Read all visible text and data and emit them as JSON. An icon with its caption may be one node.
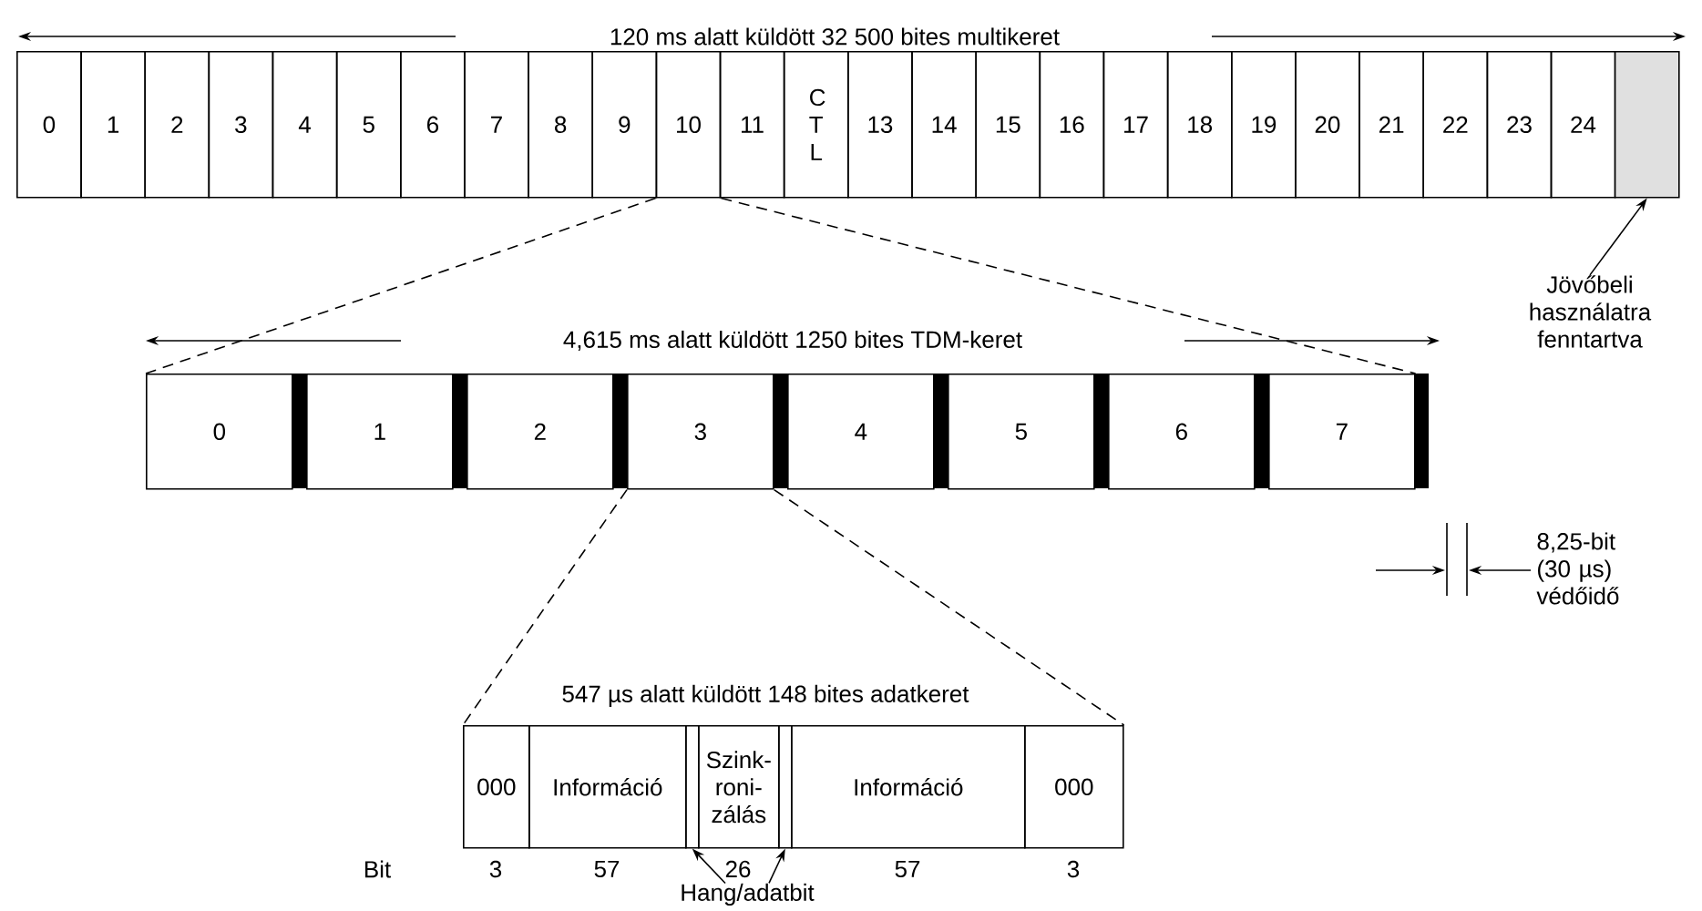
{
  "diagram": {
    "nodes": [
      {
        "text": [
          "0"
        ]
      },
      {
        "text": [
          "1"
        ]
      },
      {
        "text": [
          "2"
        ]
      },
      {
        "text": [
          "3"
        ]
      },
      {
        "text": [
          "4"
        ]
      },
      {
        "text": [
          "5"
        ]
      },
      {
        "text": [
          "6"
        ]
      },
      {
        "text": [
          "7"
        ]
      },
      {
        "text": [
          "8"
        ]
      },
      {
        "text": [
          "9"
        ]
      },
      {
        "text": [
          "10"
        ]
      },
      {
        "text": [
          "11"
        ]
      },
      {
        "text": [
          "C T L"
        ]
      },
      {
        "text": [
          "13"
        ]
      },
      {
        "text": [
          "14"
        ]
      },
      {
        "text": [
          "15"
        ]
      },
      {
        "text": [
          "16"
        ]
      },
      {
        "text": [
          "17"
        ]
      },
      {
        "text": [
          "18"
        ]
      },
      {
        "text": [
          "19"
        ]
      },
      {
        "text": [
          "20"
        ]
      },
      {
        "text": [
          "21"
        ]
      },
      {
        "text": [
          "22"
        ]
      },
      {
        "text": [
          "23"
        ]
      },
      {
        "text": [
          "24"
        ]
      },
      {
        "text": [],
        "shape": "box"
      },
      {
        "text": [
          "Jövőbeli használatra fenntartva"
        ]
      },
      {
        "text": [
          "0"
        ]
      },
      {
        "text": [
          "1"
        ]
      },
      {
        "text": [
          "2"
        ]
      },
      {
        "text": [
          "3"
        ]
      },
      {
        "text": [
          "4"
        ]
      },
      {
        "text": [
          "5"
        ]
      },
      {
        "text": [
          "6"
        ]
      },
      {
        "text": [
          "7"
        ]
      },
      {
        "text": [
          "000"
        ]
      },
      {
        "text": [
          "Információ"
        ]
      },
      {
        "text": [],
        "shape": "box"
      },
      {
        "text": [
          "Szink- roni- zálás"
        ]
      },
      {
        "text": [],
        "shape": "box"
      },
      {
        "text": [
          "Információ"
        ]
      },
      {
        "text": [
          "000"
        ]
      },
      {
        "text": [
          "Hang/adatbit"
        ]
      }
    ],
    "edges": [
      {
        "from": 26,
        "to": 25,
        "arrow": "to"
      },
      {
        "from": 10,
        "to": 27,
        "arrow": "none",
        "style": "dashed"
      },
      {
        "from": 10,
        "to": 34,
        "arrow": "none",
        "style": "dashed"
      },
      {
        "from": 30,
        "to": 35,
        "arrow": "none",
        "style": "dashed"
      },
      {
        "from": 30,
        "to": 41,
        "arrow": "none",
        "style": "dashed"
      },
      {
        "from": 42,
        "to": 37,
        "arrow": "to"
      },
      {
        "from": 42,
        "to": 39,
        "arrow": "to"
      }
    ],
    "labels": [
      "120 ms alatt küldött 32 500 bites multikeret",
      "4,615 ms alatt küldött 1250 bites TDM-keret",
      "8,25-bit (30 µs) védőidő",
      "547 µs alatt küldött 148 bites adatkeret",
      "Bit",
      "3",
      "57",
      "26",
      "57",
      "3"
    ]
  }
}
